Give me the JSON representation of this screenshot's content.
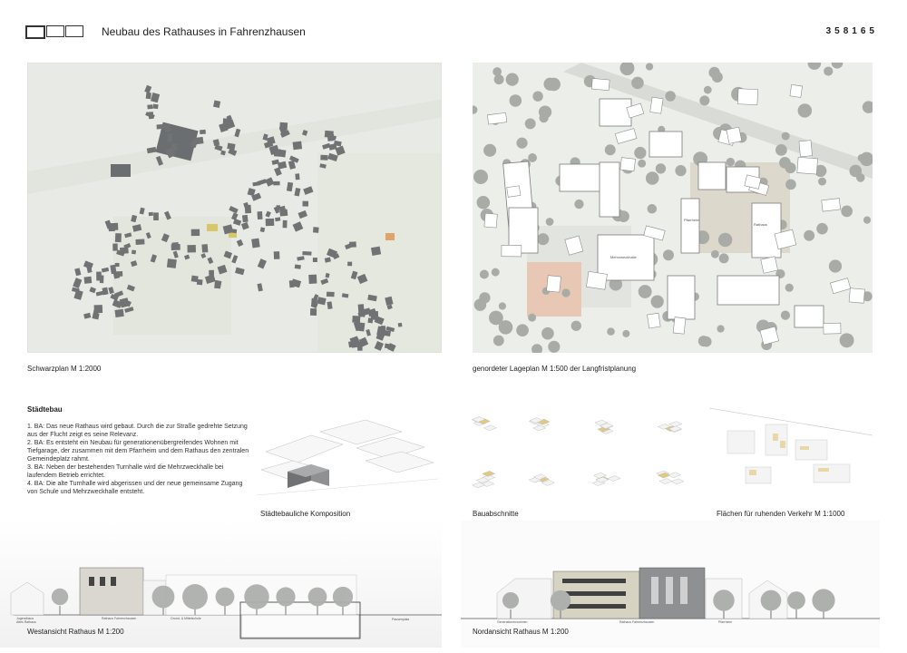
{
  "header": {
    "title": "Neubau des Rathauses in Fahrenzhausen",
    "code": "358165"
  },
  "captions": {
    "schwarzplan": "Schwarzplan M 1:2000",
    "lageplan": "genordeter Lageplan M 1:500 der Langfristplanung",
    "komposition": "Städtebauliche Komposition",
    "bauabschnitte": "Bauabschnitte",
    "ruhender_verkehr": "Flächen für ruhenden Verkehr M 1:1000",
    "westansicht": "Westansicht Rathaus M 1:200",
    "nordansicht": "Nordansicht Rathaus M 1:200"
  },
  "staedtebau": {
    "heading": "Städtebau",
    "items": [
      "1. BA: Das neue Rathaus wird gebaut. Durch die zur Straße gedrehte Setzung aus der Flucht zeigt es seine Relevanz.",
      "2. BA: Es entsteht ein Neubau für generationenübergreifendes Wohnen mit Tiefgarage, der zusammen mit dem Pfarrheim und dem Rathaus den zentralen Gemeindeplatz rahmt.",
      "3. BA: Neben der bestehenden Turnhalle wird die Mehrzweckhalle bei laufendem Betrieb errichtet.",
      "4. BA: Die alte Turnhalle wird abgerissen und der neue gemeinsame Zugang von Schule und Mehrzweckhalle entsteht."
    ]
  },
  "lageplan_labels": {
    "mehrzweckhalle": "Mehrzweckhalle",
    "pfarrheim": "Pfarrheim",
    "rathaus": "Rathaus"
  },
  "section_labels": {
    "westansicht_left": "Jugendhaus",
    "westansicht_left2": "Altes Rathaus",
    "westansicht_mid": "Rathaus Fahrenzhausen",
    "westansicht_mid2": "Grund- & Mittelschule",
    "westansicht_right": "Pausenplatz",
    "nordansicht_left": "Generationenwohnen",
    "nordansicht_mid": "Rathaus Fahrenzhausen",
    "nordansicht_right": "Pfarrheim"
  },
  "colors": {
    "aerial_bg": "#e9ece6",
    "building_dark": "#6f7173",
    "tree": "#a7aaa4"
  }
}
